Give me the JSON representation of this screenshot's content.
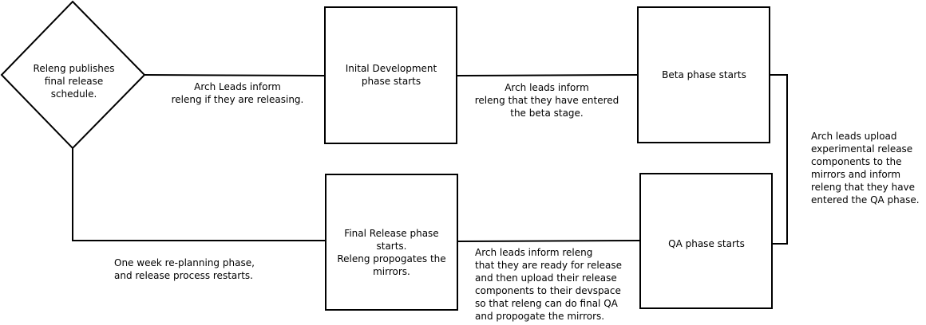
{
  "nodes": {
    "schedule": {
      "label": "Releng publishes\nfinal release\nschedule."
    },
    "initial_dev": {
      "label": "Inital Development\nphase starts"
    },
    "beta": {
      "label": "Beta phase starts"
    },
    "qa": {
      "label": "QA phase starts"
    },
    "final_release": {
      "label": "Final Release phase\nstarts.\nReleng propogates the\nmirrors."
    }
  },
  "edges": {
    "schedule_to_initial": {
      "label": "Arch Leads inform\nreleng if they are releasing."
    },
    "initial_to_beta": {
      "label": "Arch leads inform\nreleng that they have entered\nthe beta stage."
    },
    "beta_to_qa": {
      "label": "Arch leads upload\nexperimental release\ncomponents to the\nmirrors and inform\nreleng that they have\nentered the QA phase."
    },
    "qa_to_final": {
      "label": "Arch leads inform releng\nthat they are ready for release\nand then upload their release\ncomponents to their devspace\nso that releng can do final QA\nand propogate the mirrors."
    },
    "final_to_schedule": {
      "label": "One week re-planning phase,\nand release process restarts."
    }
  },
  "colors": {
    "stroke": "#000000",
    "background": "#ffffff",
    "text": "#000000"
  }
}
